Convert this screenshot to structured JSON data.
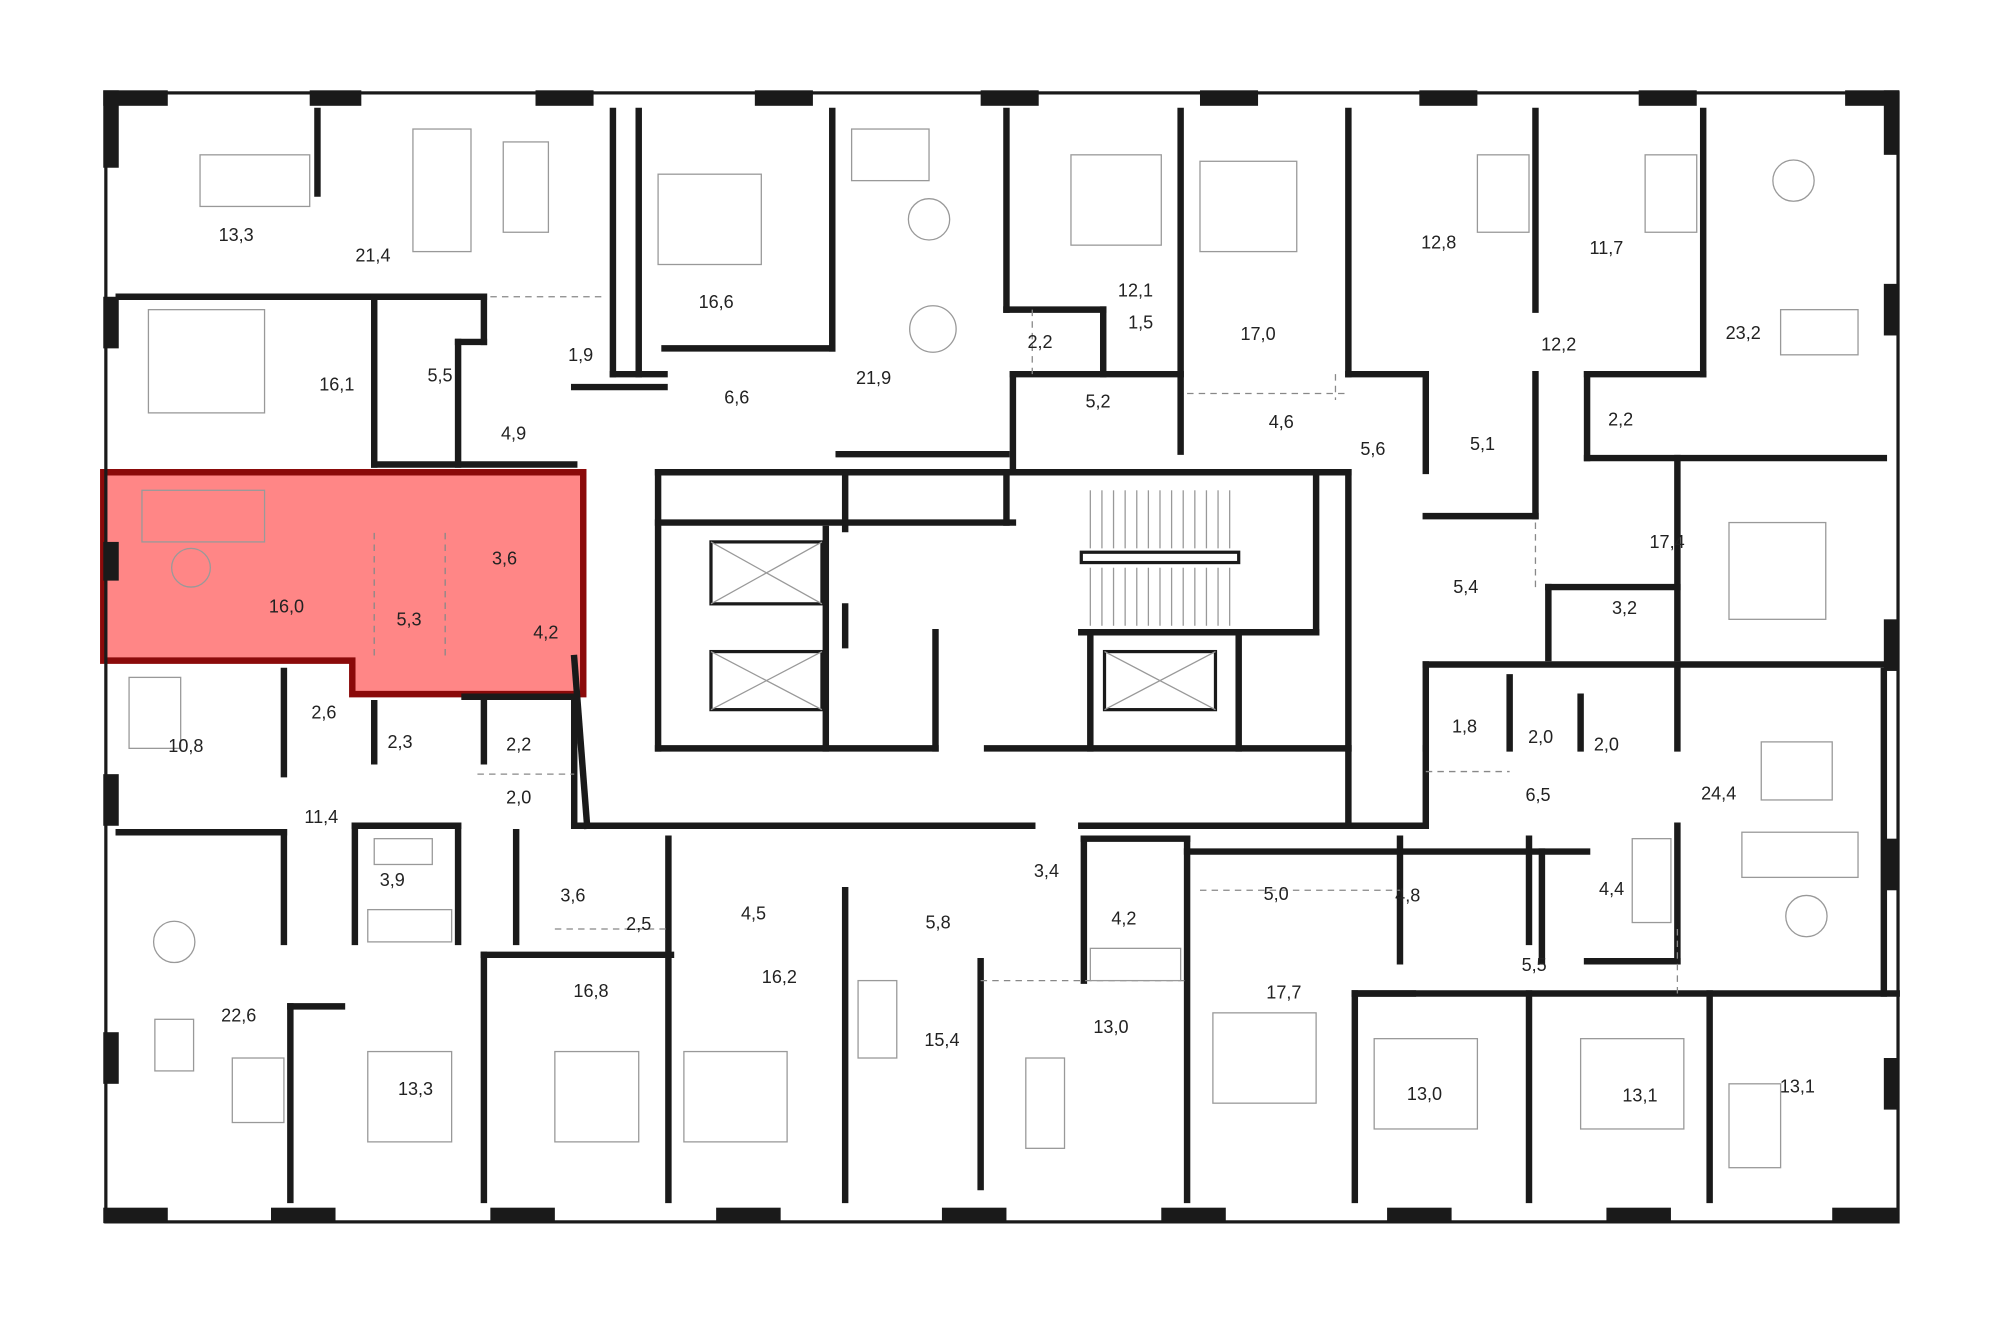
{
  "highlight": {
    "color": "#ff7f7f",
    "border_color": "#8b0a0a",
    "rooms": [
      "16,0",
      "5,3",
      "3,6",
      "4,2"
    ]
  },
  "rooms": [
    {
      "area": "13,3"
    },
    {
      "area": "21,4"
    },
    {
      "area": "16,6"
    },
    {
      "area": "21,9"
    },
    {
      "area": "12,1"
    },
    {
      "area": "1,5"
    },
    {
      "area": "2,2"
    },
    {
      "area": "17,0"
    },
    {
      "area": "12,8"
    },
    {
      "area": "11,7"
    },
    {
      "area": "12,2"
    },
    {
      "area": "23,2"
    },
    {
      "area": "16,1"
    },
    {
      "area": "5,5"
    },
    {
      "area": "1,9"
    },
    {
      "area": "4,9"
    },
    {
      "area": "6,6"
    },
    {
      "area": "5,2"
    },
    {
      "area": "4,6"
    },
    {
      "area": "5,6"
    },
    {
      "area": "5,1"
    },
    {
      "area": "2,2"
    },
    {
      "area": "17,4"
    },
    {
      "area": "3,2"
    },
    {
      "area": "5,4"
    },
    {
      "area": "16,0"
    },
    {
      "area": "5,3"
    },
    {
      "area": "3,6"
    },
    {
      "area": "4,2"
    },
    {
      "area": "2,6"
    },
    {
      "area": "10,8"
    },
    {
      "area": "2,3"
    },
    {
      "area": "2,2"
    },
    {
      "area": "2,0"
    },
    {
      "area": "11,4"
    },
    {
      "area": "1,8"
    },
    {
      "area": "2,0"
    },
    {
      "area": "2,0"
    },
    {
      "area": "6,5"
    },
    {
      "area": "24,4"
    },
    {
      "area": "3,9"
    },
    {
      "area": "3,6"
    },
    {
      "area": "2,5"
    },
    {
      "area": "4,5"
    },
    {
      "area": "5,8"
    },
    {
      "area": "3,4"
    },
    {
      "area": "4,2"
    },
    {
      "area": "5,0"
    },
    {
      "area": "4,8"
    },
    {
      "area": "4,4"
    },
    {
      "area": "5,5"
    },
    {
      "area": "22,6"
    },
    {
      "area": "16,8"
    },
    {
      "area": "16,2"
    },
    {
      "area": "15,4"
    },
    {
      "area": "13,0"
    },
    {
      "area": "17,7"
    },
    {
      "area": "13,3"
    },
    {
      "area": "13,0"
    },
    {
      "area": "13,1"
    },
    {
      "area": "13,1"
    }
  ]
}
